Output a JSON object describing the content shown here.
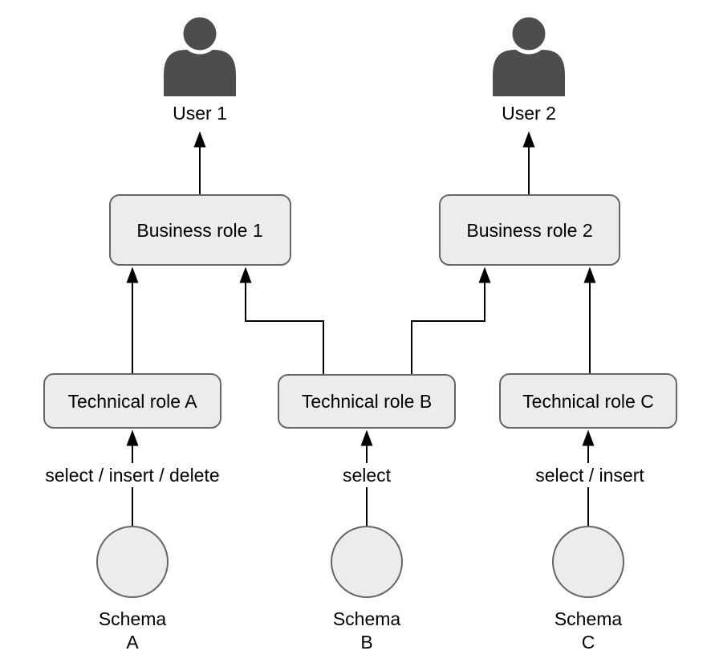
{
  "diagram_type": "role-hierarchy",
  "colors": {
    "background": "#ffffff",
    "node_fill": "#ececec",
    "node_stroke": "#666666",
    "user_icon": "#4d4d4d",
    "edge_line": "#000000",
    "text": "#000000"
  },
  "users": [
    {
      "label": "User 1"
    },
    {
      "label": "User 2"
    }
  ],
  "business_roles": [
    {
      "label": "Business role 1"
    },
    {
      "label": "Business role 2"
    }
  ],
  "technical_roles": [
    {
      "label": "Technical role A"
    },
    {
      "label": "Technical role B"
    },
    {
      "label": "Technical role C"
    }
  ],
  "grant_labels": [
    {
      "label": "select / insert / delete"
    },
    {
      "label": "select"
    },
    {
      "label": "select / insert"
    }
  ],
  "schemas": [
    {
      "name": "Schema",
      "letter": "A"
    },
    {
      "name": "Schema",
      "letter": "B"
    },
    {
      "name": "Schema",
      "letter": "C"
    }
  ],
  "edges": [
    {
      "from": "Business role 1",
      "to": "User 1"
    },
    {
      "from": "Business role 2",
      "to": "User 2"
    },
    {
      "from": "Technical role A",
      "to": "Business role 1"
    },
    {
      "from": "Technical role B",
      "to": "Business role 1"
    },
    {
      "from": "Technical role B",
      "to": "Business role 2"
    },
    {
      "from": "Technical role C",
      "to": "Business role 2"
    },
    {
      "from": "Schema A",
      "to": "Technical role A",
      "label": "select / insert / delete"
    },
    {
      "from": "Schema B",
      "to": "Technical role B",
      "label": "select"
    },
    {
      "from": "Schema C",
      "to": "Technical role C",
      "label": "select / insert"
    }
  ]
}
